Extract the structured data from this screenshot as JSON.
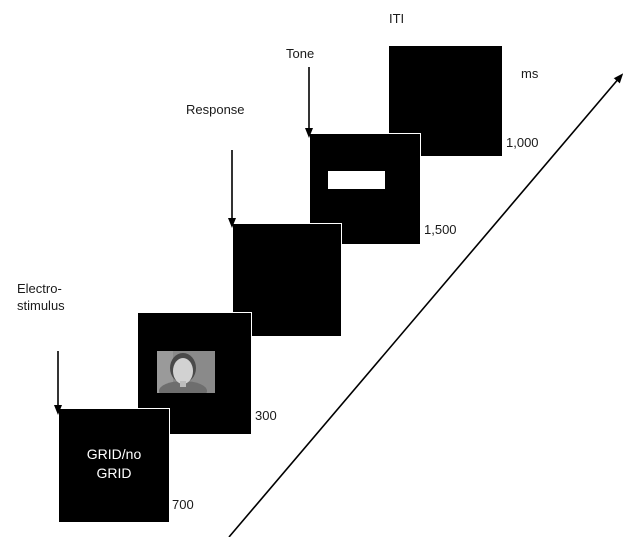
{
  "events": {
    "iti": "ITI",
    "tone": "Tone",
    "response": "Response",
    "electrostimulus_line1": "Electro-",
    "electrostimulus_line2": "stimulus"
  },
  "durations": {
    "iti": "ms",
    "tone_screen": "1,000",
    "response_screen": "1,500",
    "face_screen": "300",
    "grid_screen": "700"
  },
  "screens": {
    "grid_text_line1": "GRID/no",
    "grid_text_line2": "GRID"
  },
  "colors": {
    "screen": "#000000",
    "background": "#ffffff",
    "stroke": "#000000"
  }
}
